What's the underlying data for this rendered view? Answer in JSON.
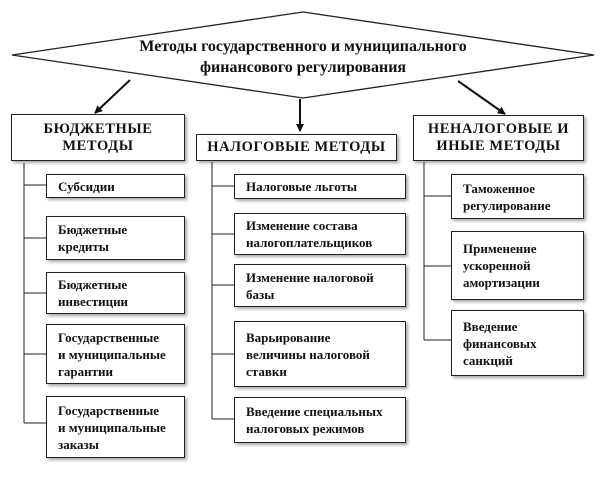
{
  "title": "Методы государственного и муниципального\nфинансового регулирования",
  "columns": [
    {
      "heading": "БЮДЖЕТНЫЕ\nМЕТОДЫ",
      "items": [
        "Субсидии",
        "Бюджетные\nкредиты",
        "Бюджетные\nинвестиции",
        "Государственные\nи муниципальные\nгарантии",
        "Государственные\nи муниципальные\nзаказы"
      ]
    },
    {
      "heading": "НАЛОГОВЫЕ МЕТОДЫ",
      "items": [
        "Налоговые льготы",
        "Изменение состава\nналогоплательщиков",
        "Изменение налоговой\nбазы",
        "Варьирование\nвеличины налоговой\nставки",
        "Введение специальных\nналоговых режимов"
      ]
    },
    {
      "heading": "НЕНАЛОГОВЫЕ И\nИНЫЕ МЕТОДЫ",
      "items": [
        "Таможенное\nрегулирование",
        "Применение\nускоренной\nамортизации",
        "Введение\nфинансовых\nсанкций"
      ]
    }
  ]
}
